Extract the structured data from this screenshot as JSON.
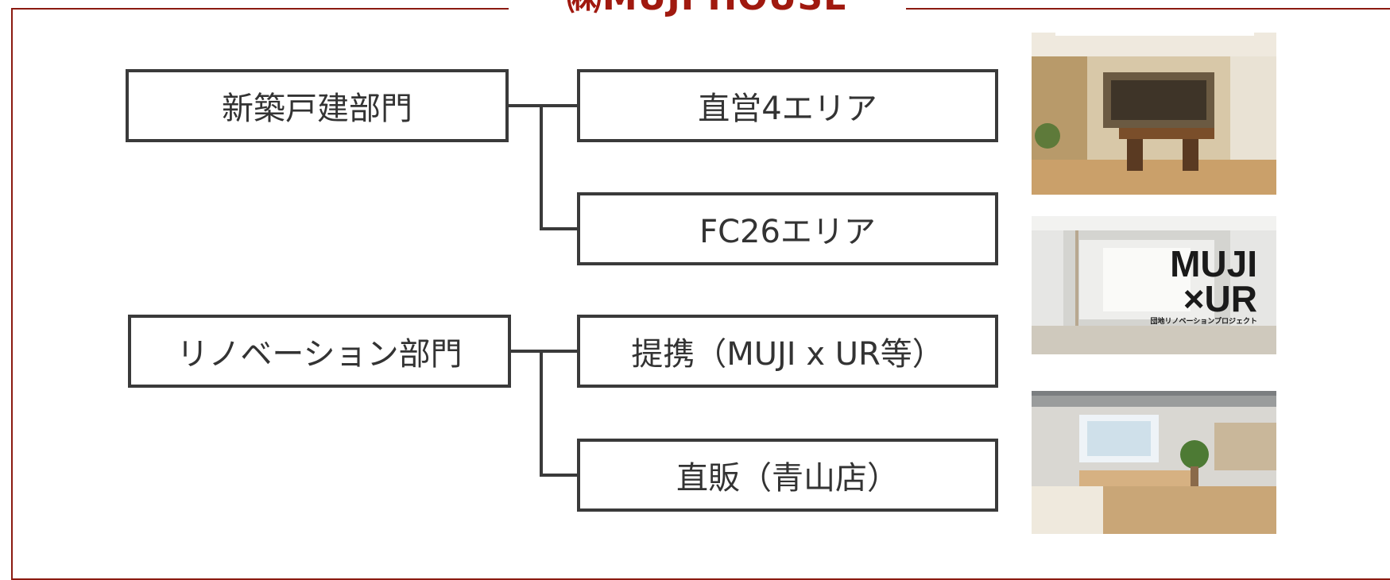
{
  "title": "㈱MUJI HOUSE",
  "divisions": [
    {
      "label": "新築戸建部門",
      "children": [
        "直営4エリア",
        "FC26エリア"
      ]
    },
    {
      "label": "リノベーション部門",
      "children": [
        "提携（MUJI x UR等）",
        "直販（青山店）"
      ]
    }
  ],
  "photos": {
    "top": "interior-photo",
    "middle": {
      "line1": "MUJI",
      "line2": "×UR",
      "caption": "団地リノベーションプロジェクト"
    },
    "bottom": "interior-photo"
  },
  "colors": {
    "frame": "#8b1a10",
    "title": "#a0190f",
    "box_border": "#3a3a3a"
  }
}
